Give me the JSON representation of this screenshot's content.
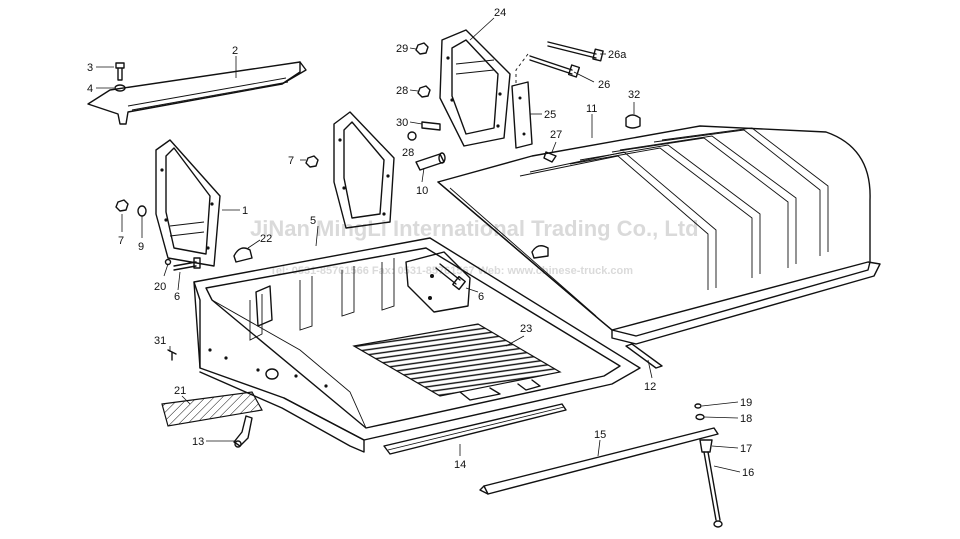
{
  "watermark": {
    "company": "JiNan MingLi International Trading Co., Ltd",
    "contact": "Tel: 0531-85761566   Fax: 0531-85761567   Web: www.chinese-truck.com"
  },
  "part_labels": [
    {
      "id": "p2",
      "text": "2"
    },
    {
      "id": "p3",
      "text": "3"
    },
    {
      "id": "p4",
      "text": "4"
    },
    {
      "id": "p24",
      "text": "24"
    },
    {
      "id": "p29",
      "text": "29"
    },
    {
      "id": "p26a",
      "text": "26a"
    },
    {
      "id": "p26",
      "text": "26"
    },
    {
      "id": "p28a",
      "text": "28"
    },
    {
      "id": "p32",
      "text": "32"
    },
    {
      "id": "p25",
      "text": "25"
    },
    {
      "id": "p11",
      "text": "11"
    },
    {
      "id": "p30",
      "text": "30"
    },
    {
      "id": "p27",
      "text": "27"
    },
    {
      "id": "p28b",
      "text": "28"
    },
    {
      "id": "p7a",
      "text": "7"
    },
    {
      "id": "p10",
      "text": "10"
    },
    {
      "id": "p1",
      "text": "1"
    },
    {
      "id": "p7b",
      "text": "7"
    },
    {
      "id": "p9",
      "text": "9"
    },
    {
      "id": "p5",
      "text": "5"
    },
    {
      "id": "p22",
      "text": "22"
    },
    {
      "id": "p20",
      "text": "20"
    },
    {
      "id": "p6a",
      "text": "6"
    },
    {
      "id": "p6b",
      "text": "6"
    },
    {
      "id": "p23",
      "text": "23"
    },
    {
      "id": "p31",
      "text": "31"
    },
    {
      "id": "p21",
      "text": "21"
    },
    {
      "id": "p12",
      "text": "12"
    },
    {
      "id": "p19",
      "text": "19"
    },
    {
      "id": "p18",
      "text": "18"
    },
    {
      "id": "p13",
      "text": "13"
    },
    {
      "id": "p15",
      "text": "15"
    },
    {
      "id": "p17",
      "text": "17"
    },
    {
      "id": "p14",
      "text": "14"
    },
    {
      "id": "p16",
      "text": "16"
    }
  ]
}
